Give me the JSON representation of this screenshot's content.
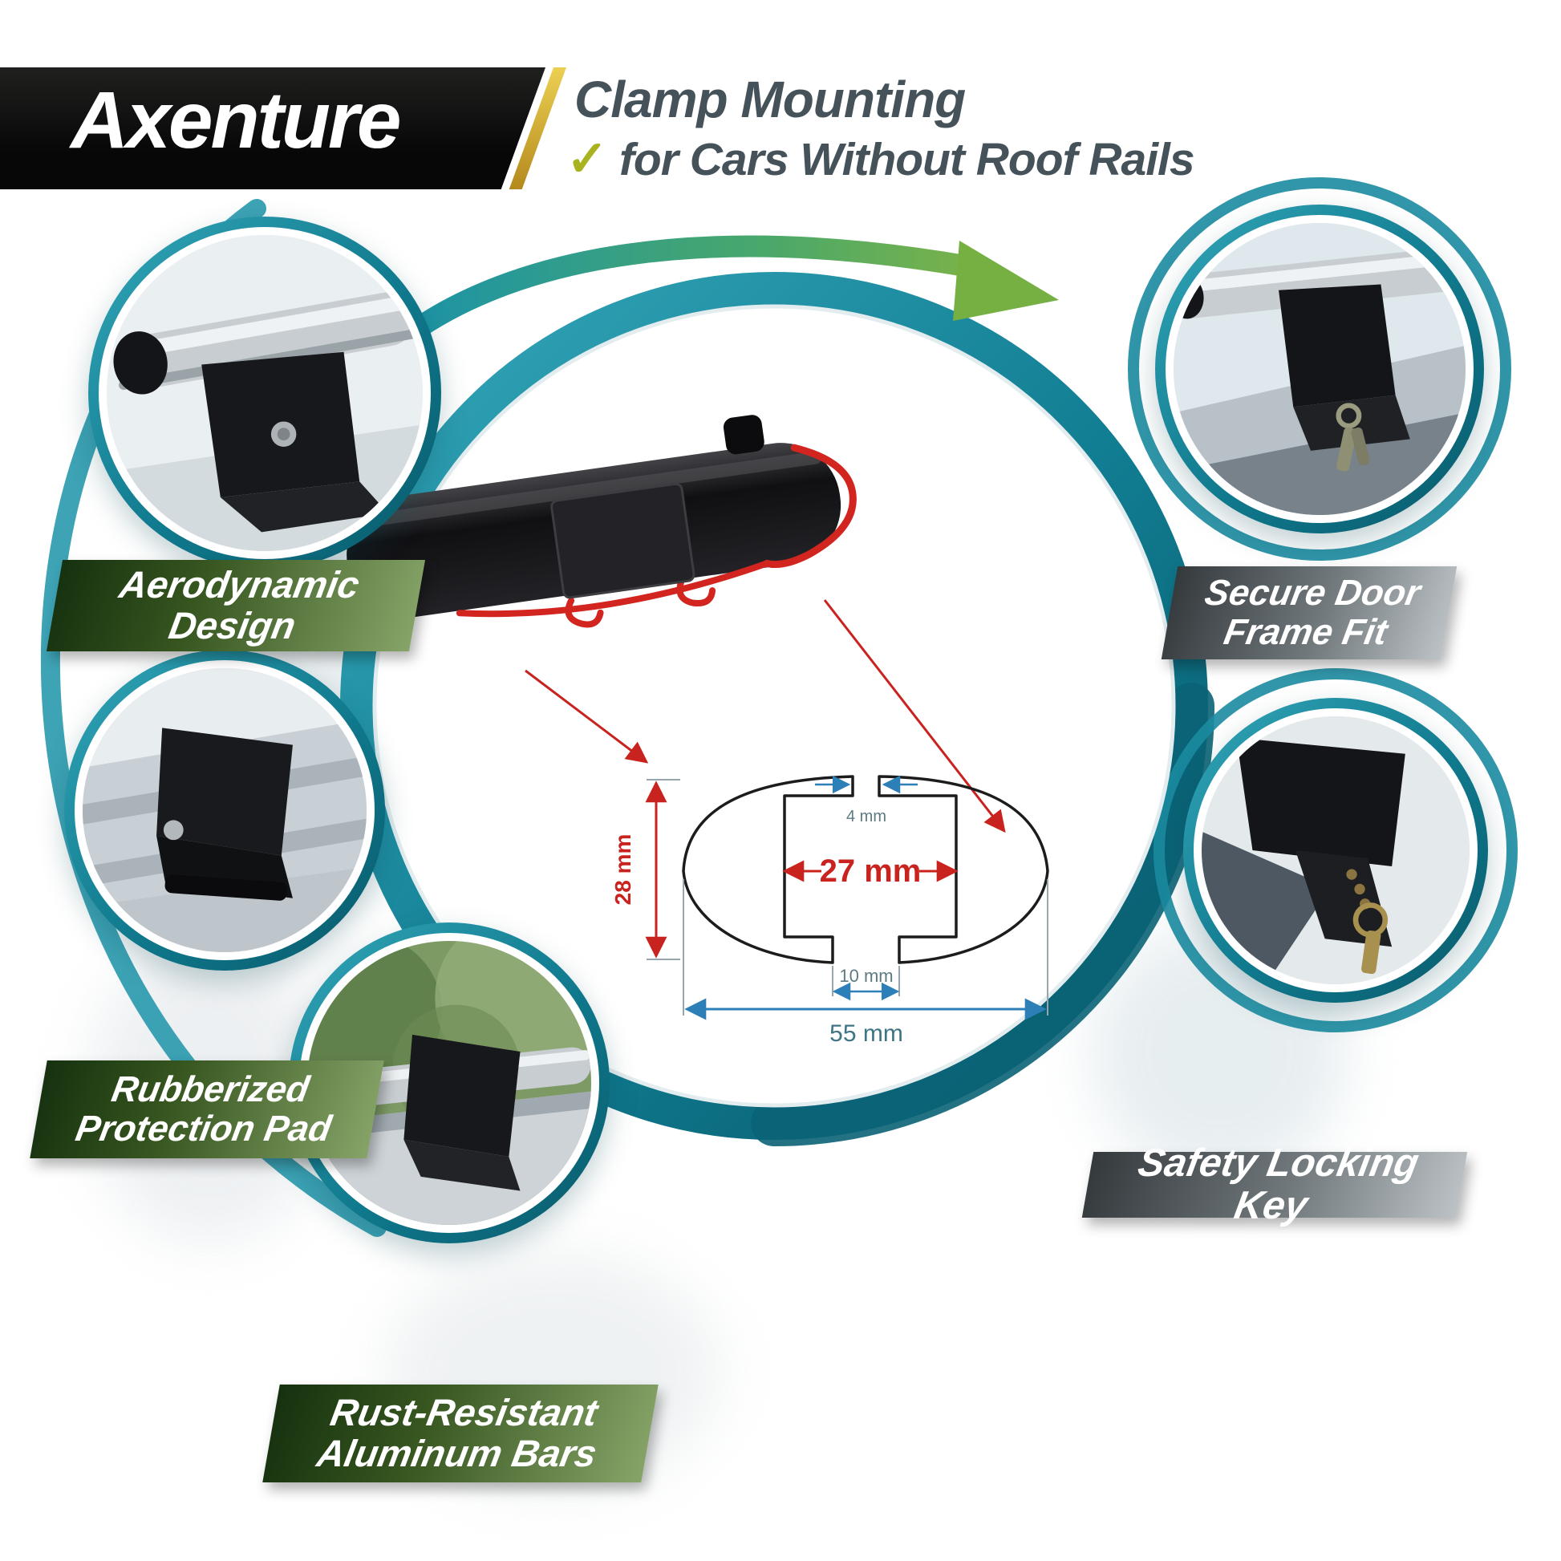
{
  "header": {
    "brand": "Axenture",
    "title_line1": "Clamp Mounting",
    "checkmark": "✓",
    "title_line2": "for Cars Without Roof Rails"
  },
  "features": {
    "aerodynamic": {
      "line1": "Aerodynamic",
      "line2": "Design"
    },
    "rubberized": {
      "line1": "Rubberized",
      "line2": "Protection Pad"
    },
    "rust": {
      "line1": "Rust-Resistant",
      "line2": "Aluminum Bars"
    },
    "secure": {
      "line1": "Secure Door",
      "line2": "Frame Fit"
    },
    "safety": {
      "line1": "Safety Locking Key"
    }
  },
  "diagram": {
    "dims": {
      "top_slot": "4 mm",
      "height": "28 mm",
      "inner_width": "27 mm",
      "channel_width": "10 mm",
      "outer_width": "55 mm"
    }
  },
  "colors": {
    "teal_ring": "#10798d",
    "green_accent": "#76b043",
    "red_dimension": "#c8231e",
    "blue_dimension": "#2d7fb8",
    "gold_stripe": "#c8a41e"
  }
}
